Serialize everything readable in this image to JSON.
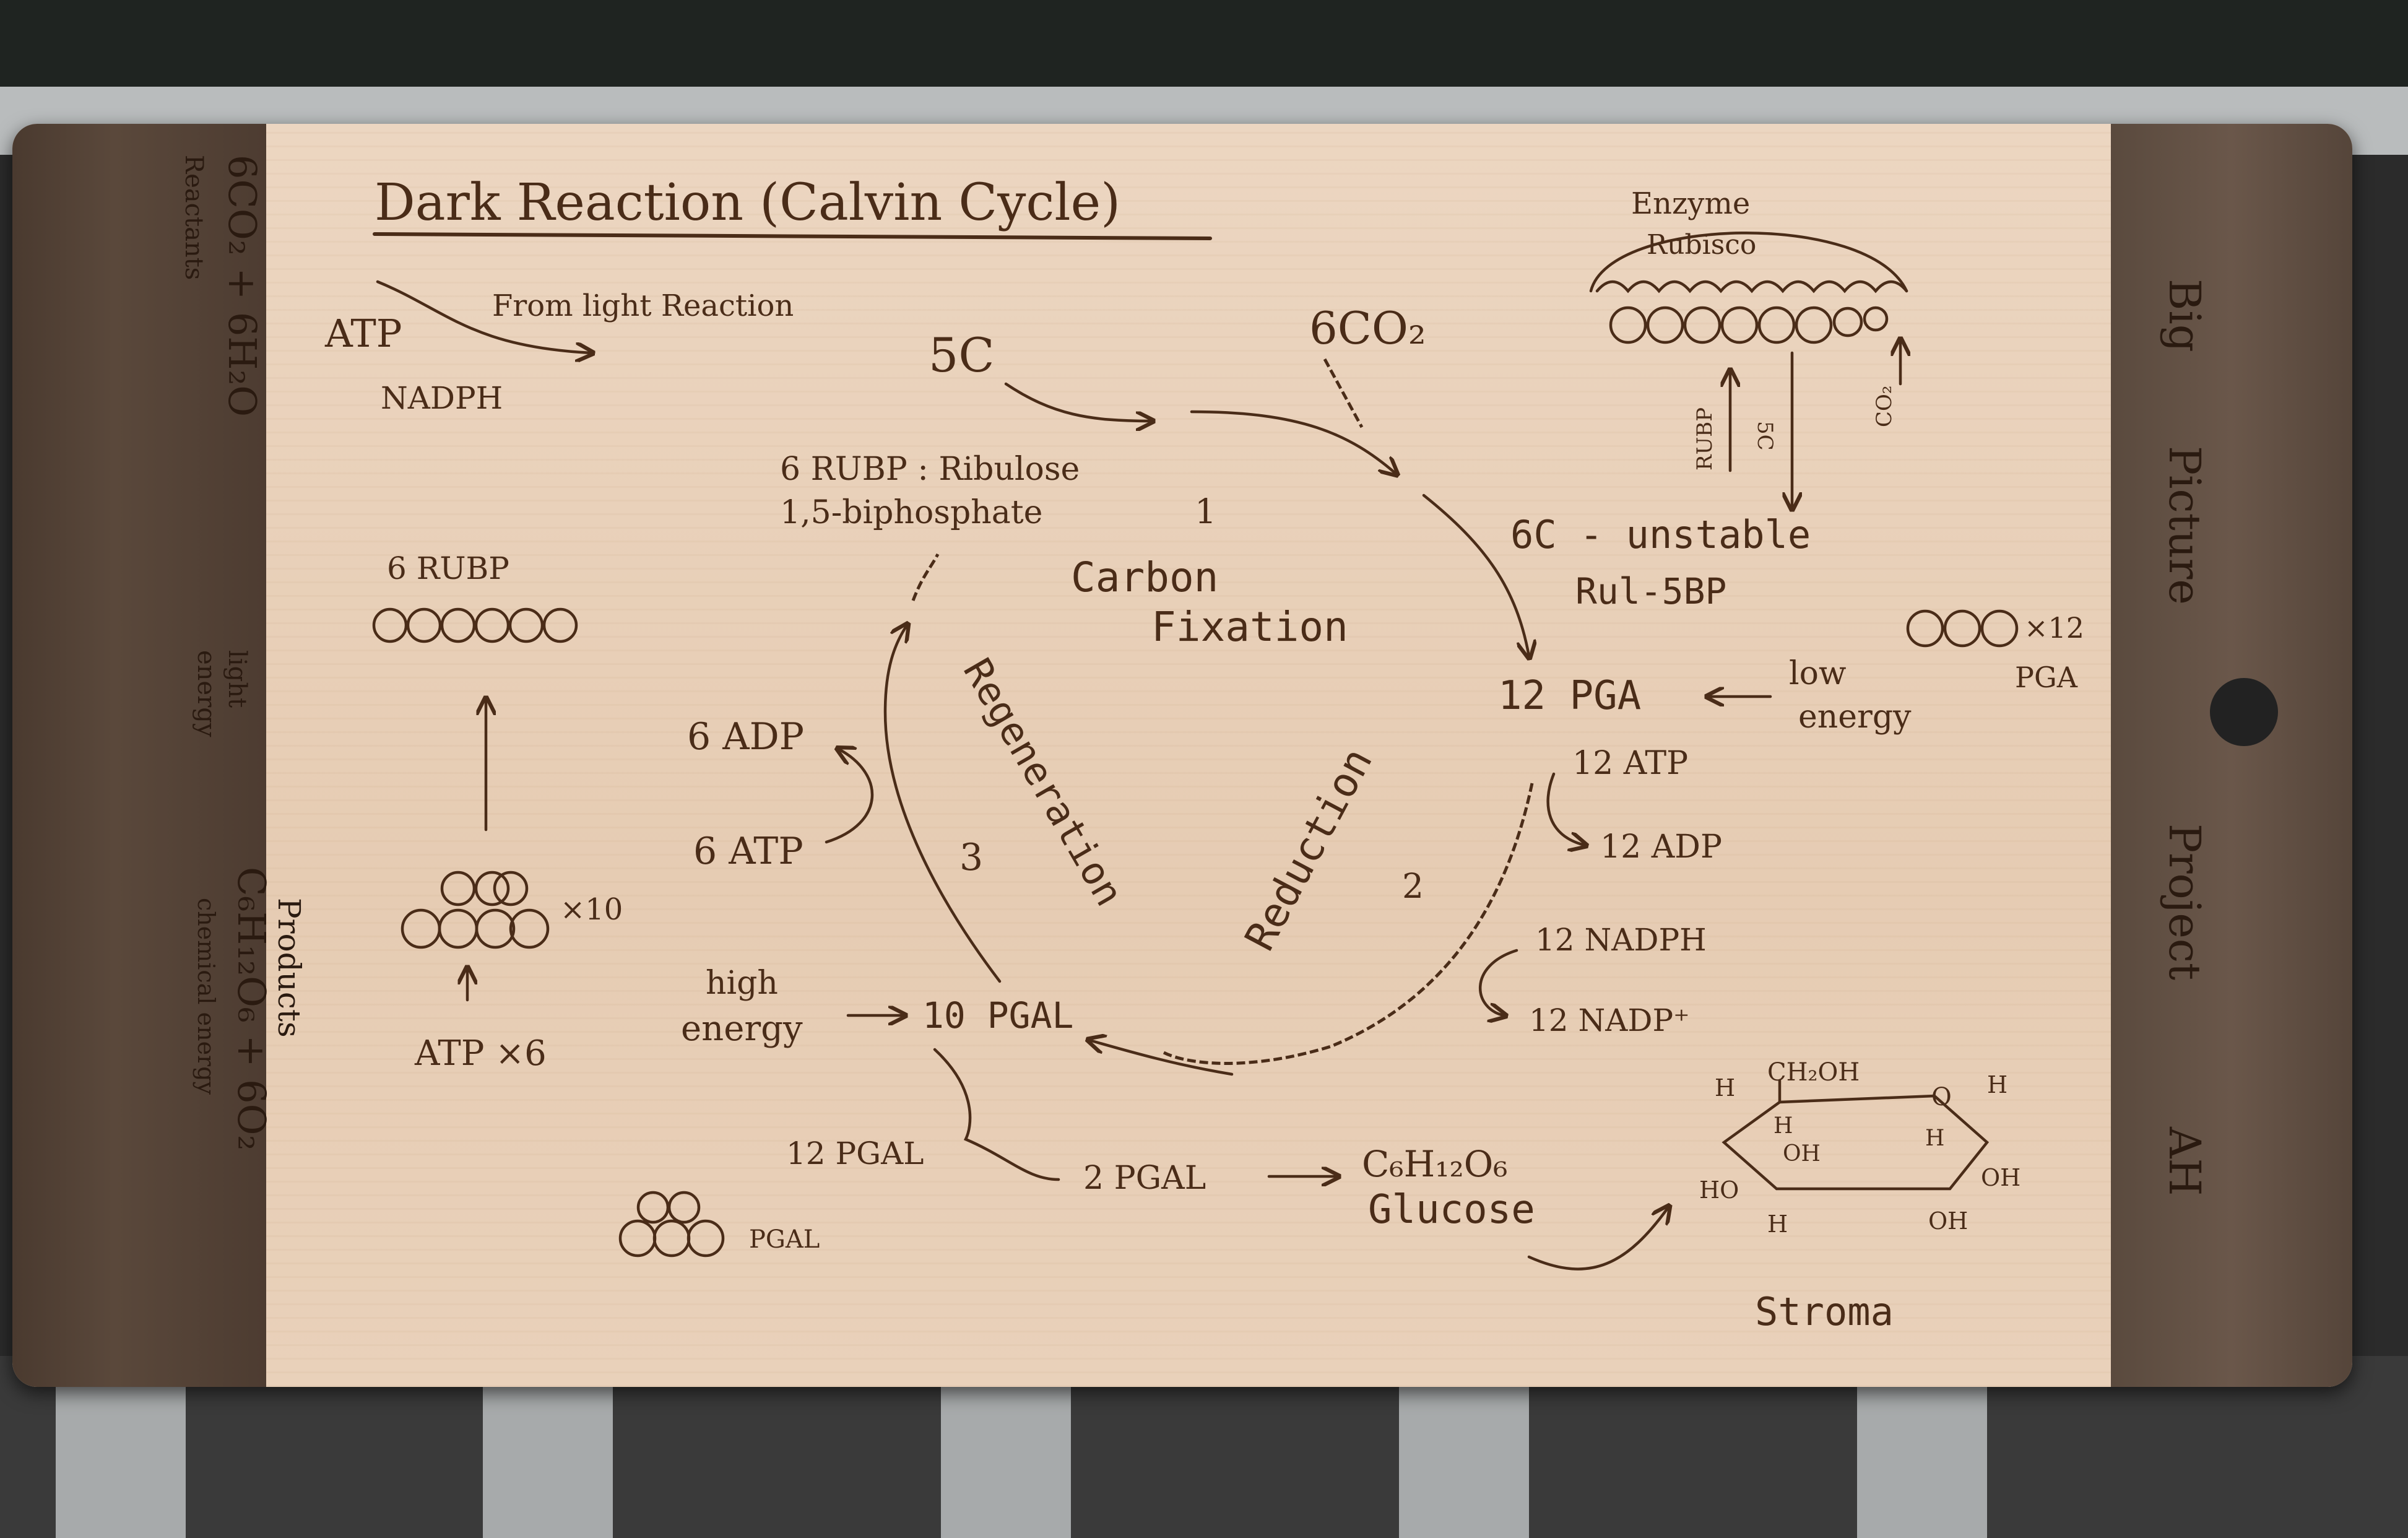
{
  "title": "Dark Reaction (Calvin Cycle)",
  "input": {
    "atp": "ATP",
    "nadph": "NADPH",
    "from": "From light Reaction"
  },
  "top": {
    "five_c": "5C",
    "co2": "6CO₂"
  },
  "rubp": {
    "line1": "6 RUBP : Ribulose",
    "line2": "1,5-biphosphate"
  },
  "steps": {
    "fixation_num": "1",
    "fixation_l1": "Carbon",
    "fixation_l2": "Fixation",
    "reduction": "Reduction",
    "reduction_num": "2",
    "regeneration": "Regeneration",
    "regeneration_num": "3"
  },
  "enzyme": {
    "label": "Enzyme",
    "name": "Rubisco",
    "co2": "CO₂",
    "rubp_v": "RUBP",
    "five_c_v": "5C"
  },
  "unstable": {
    "l1": "6C - unstable",
    "l2": "Rul-5BP"
  },
  "pga": {
    "main": "12 PGA",
    "low1": "low",
    "low2": "energy",
    "times12": "×12",
    "pga_label": "PGA"
  },
  "reduction_inputs": {
    "atp": "12 ATP",
    "adp": "12 ADP",
    "nadph": "12 NADPH",
    "nadp": "12 NADP⁺"
  },
  "left": {
    "rubp6": "6 RUBP",
    "x10": "×10",
    "atp6": "ATP ×6"
  },
  "regen": {
    "adp": "6 ADP",
    "atp": "6 ATP"
  },
  "pgal": {
    "high1": "high",
    "high2": "energy",
    "ten": "10 PGAL",
    "twelve": "12 PGAL",
    "two": "2 PGAL",
    "glucose_formula": "C₆H₁₂O₆",
    "glucose": "Glucose",
    "pgal_label": "PGAL"
  },
  "ring": {
    "ch2oh": "CH₂OH",
    "o": "O",
    "h": "H",
    "oh": "OH",
    "ho": "HO"
  },
  "stroma": "Stroma",
  "right_side": {
    "l1": "Big",
    "l2": "Picture",
    "l3": "Project",
    "l4": "AH"
  },
  "left_side": {
    "reactants": "Reactants",
    "eq1": "6CO₂ + 6H₂O",
    "light": "light",
    "energy": "energy",
    "chem": "chemical energy",
    "eq2": "C₆H₁₂O₆ + 6O₂",
    "products": "Products"
  },
  "colors": {
    "ink": "#4a2c18",
    "maple": "#e7cdb4",
    "walnut": "#5a483b"
  }
}
